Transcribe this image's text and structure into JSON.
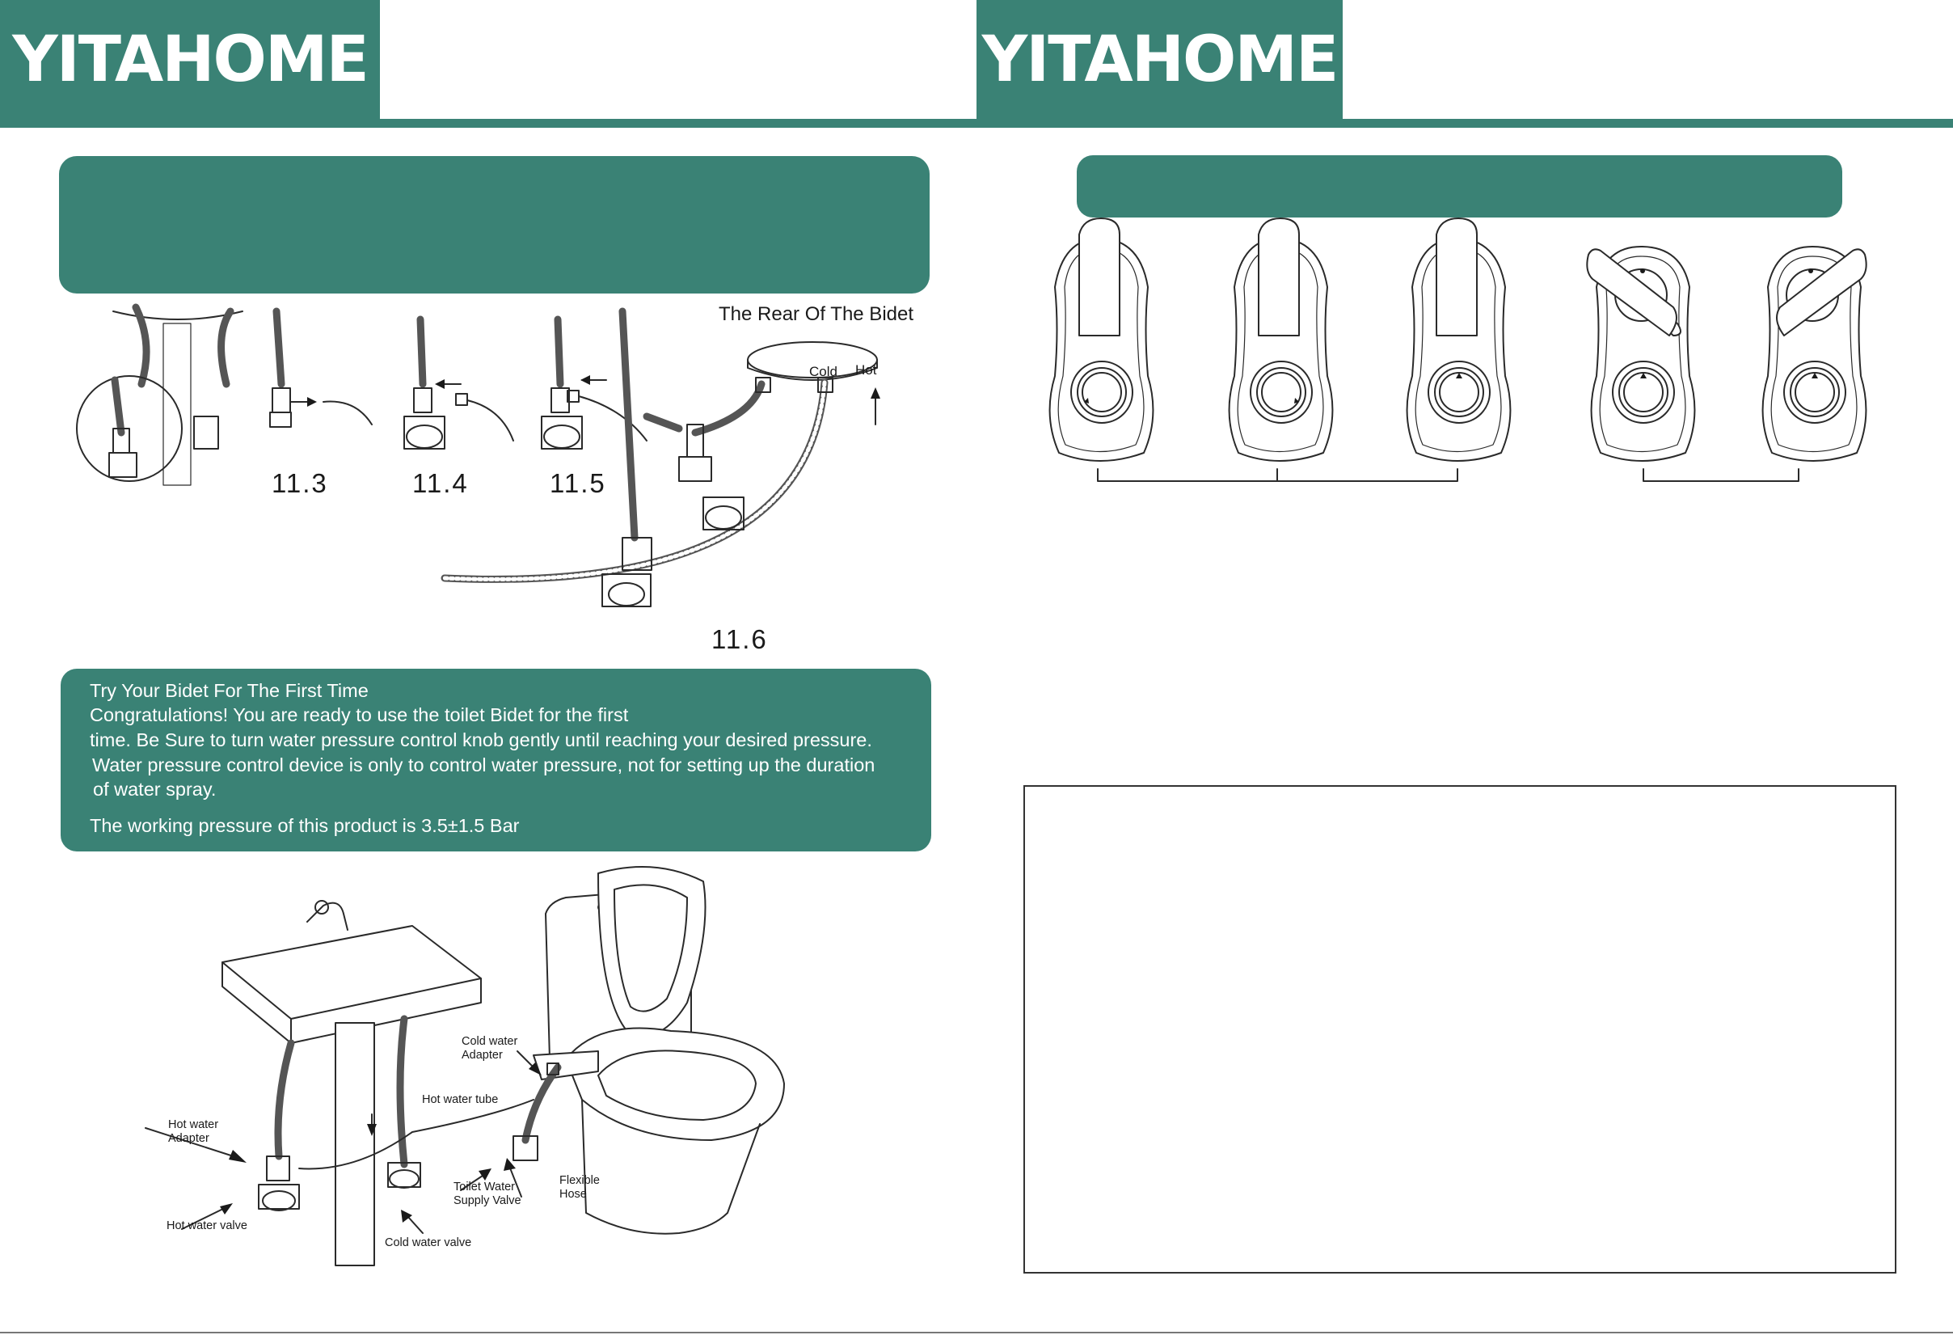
{
  "brand": {
    "left_logo": "YITAHOME",
    "right_logo": "YITAHOME",
    "color": "#3a8275"
  },
  "installation": {
    "steps": [
      "11.3",
      "11.4",
      "11.5",
      "11.6"
    ],
    "rear_title": "The Rear Of The Bidet",
    "rear_ports": {
      "cold": "Cold",
      "hot": "Hot"
    }
  },
  "tips": {
    "lines": [
      "Try Your Bidet For The First Time",
      "Congratulations! You are ready to use the toilet Bidet for the first",
      "time. Be Sure to turn water pressure control knob gently until  reaching your desired pressure.",
      "Water pressure control device is  only to control water pressure, not for setting up the duration",
      "of  water spray.",
      "The working pressure of this product is 3.5±1.5 Bar"
    ]
  },
  "diagram_labels": {
    "cold_water_adapter": [
      "Cold water",
      "Adapter"
    ],
    "hot_water_tube": "Hot water tube",
    "hot_water_adapter": [
      "Hot water",
      "Adapter"
    ],
    "toilet_water_supply_valve": [
      "Toilet Water",
      "Supply Valve"
    ],
    "flexible_hose": [
      "Flexible",
      "Hose"
    ],
    "hot_water_valve": "Hot water valve",
    "cold_water_valve": "Cold water valve"
  },
  "icons": [
    "pipe-connection-icon",
    "control-panel-icon",
    "sink-icon",
    "toilet-icon"
  ]
}
